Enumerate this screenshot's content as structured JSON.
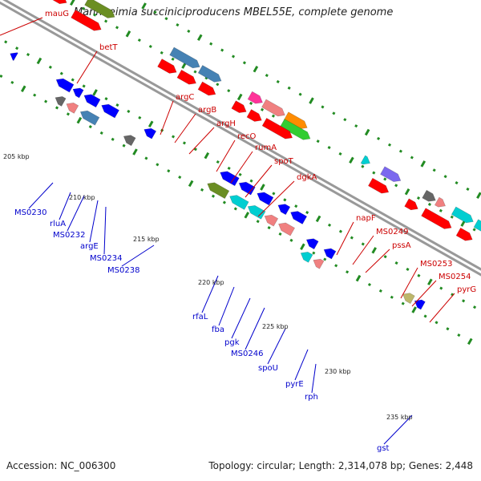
{
  "title": "Mannheimia succiniciproducens MBEL55E, complete genome",
  "accession": "Accession: NC_006300",
  "topology": "Topology: circular; Length: 2,314,078 bp; Genes: 2,448",
  "colors": {
    "forward_label": "#cc0000",
    "reverse_label": "#0000cc",
    "backbone": "#999999",
    "tick": "#228b22",
    "cog_red": "#ff0000",
    "cog_pink": "#ff3399",
    "cog_olive": "#6b8e23",
    "cog_steel": "#4682b4",
    "cog_salmon": "#f08080",
    "cog_orange": "#ff8c00",
    "cog_green": "#32cd32",
    "cog_cyan": "#00ced1",
    "cog_purple": "#7b68ee",
    "cog_grey": "#666666",
    "cog_blue": "#0000ff",
    "cog_khaki": "#bdb76b"
  },
  "kbp_labels": [
    "205 kbp",
    "210 kbp",
    "215 kbp",
    "220 kbp",
    "225 kbp",
    "230 kbp",
    "235 kbp"
  ],
  "forward_genes": [
    "mauG",
    "betT",
    "argC",
    "argB",
    "argH",
    "recO",
    "rumA",
    "spoT",
    "dgkA",
    "napF",
    "MS0249",
    "pssA",
    "MS0253",
    "MS0254",
    "pyrG"
  ],
  "reverse_genes": [
    "MS0230",
    "rluA",
    "MS0232",
    "argE",
    "MS0234",
    "MS0238",
    "rfaL",
    "fba",
    "pgk",
    "MS0246",
    "spoU",
    "pyrE",
    "rph",
    "gst"
  ]
}
